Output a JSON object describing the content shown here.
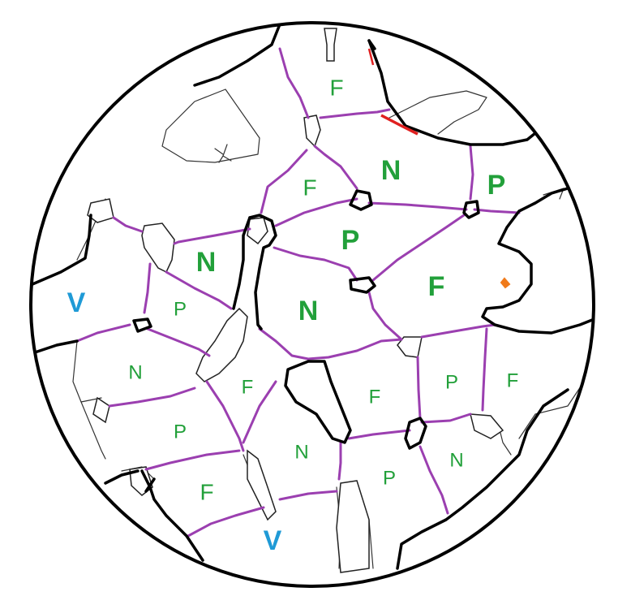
{
  "colors": {
    "purple_line": "#9b3fb0",
    "green_label": "#22a03a",
    "blue_label": "#1f9ad6",
    "red_mark": "#e02020",
    "orange_mark": "#f07a1a"
  },
  "labels": {
    "l01": "F",
    "l02": "N",
    "l03": "F",
    "l04": "P",
    "l05": "N",
    "l06": "P",
    "l07": "F",
    "l08": "V",
    "l09": "P",
    "l10": "N",
    "l11": "N",
    "l12": "F",
    "l13": "F",
    "l14": "P",
    "l15": "F",
    "l16": "P",
    "l17": "N",
    "l18": "P",
    "l19": "N",
    "l20": "F",
    "l21": "V"
  }
}
